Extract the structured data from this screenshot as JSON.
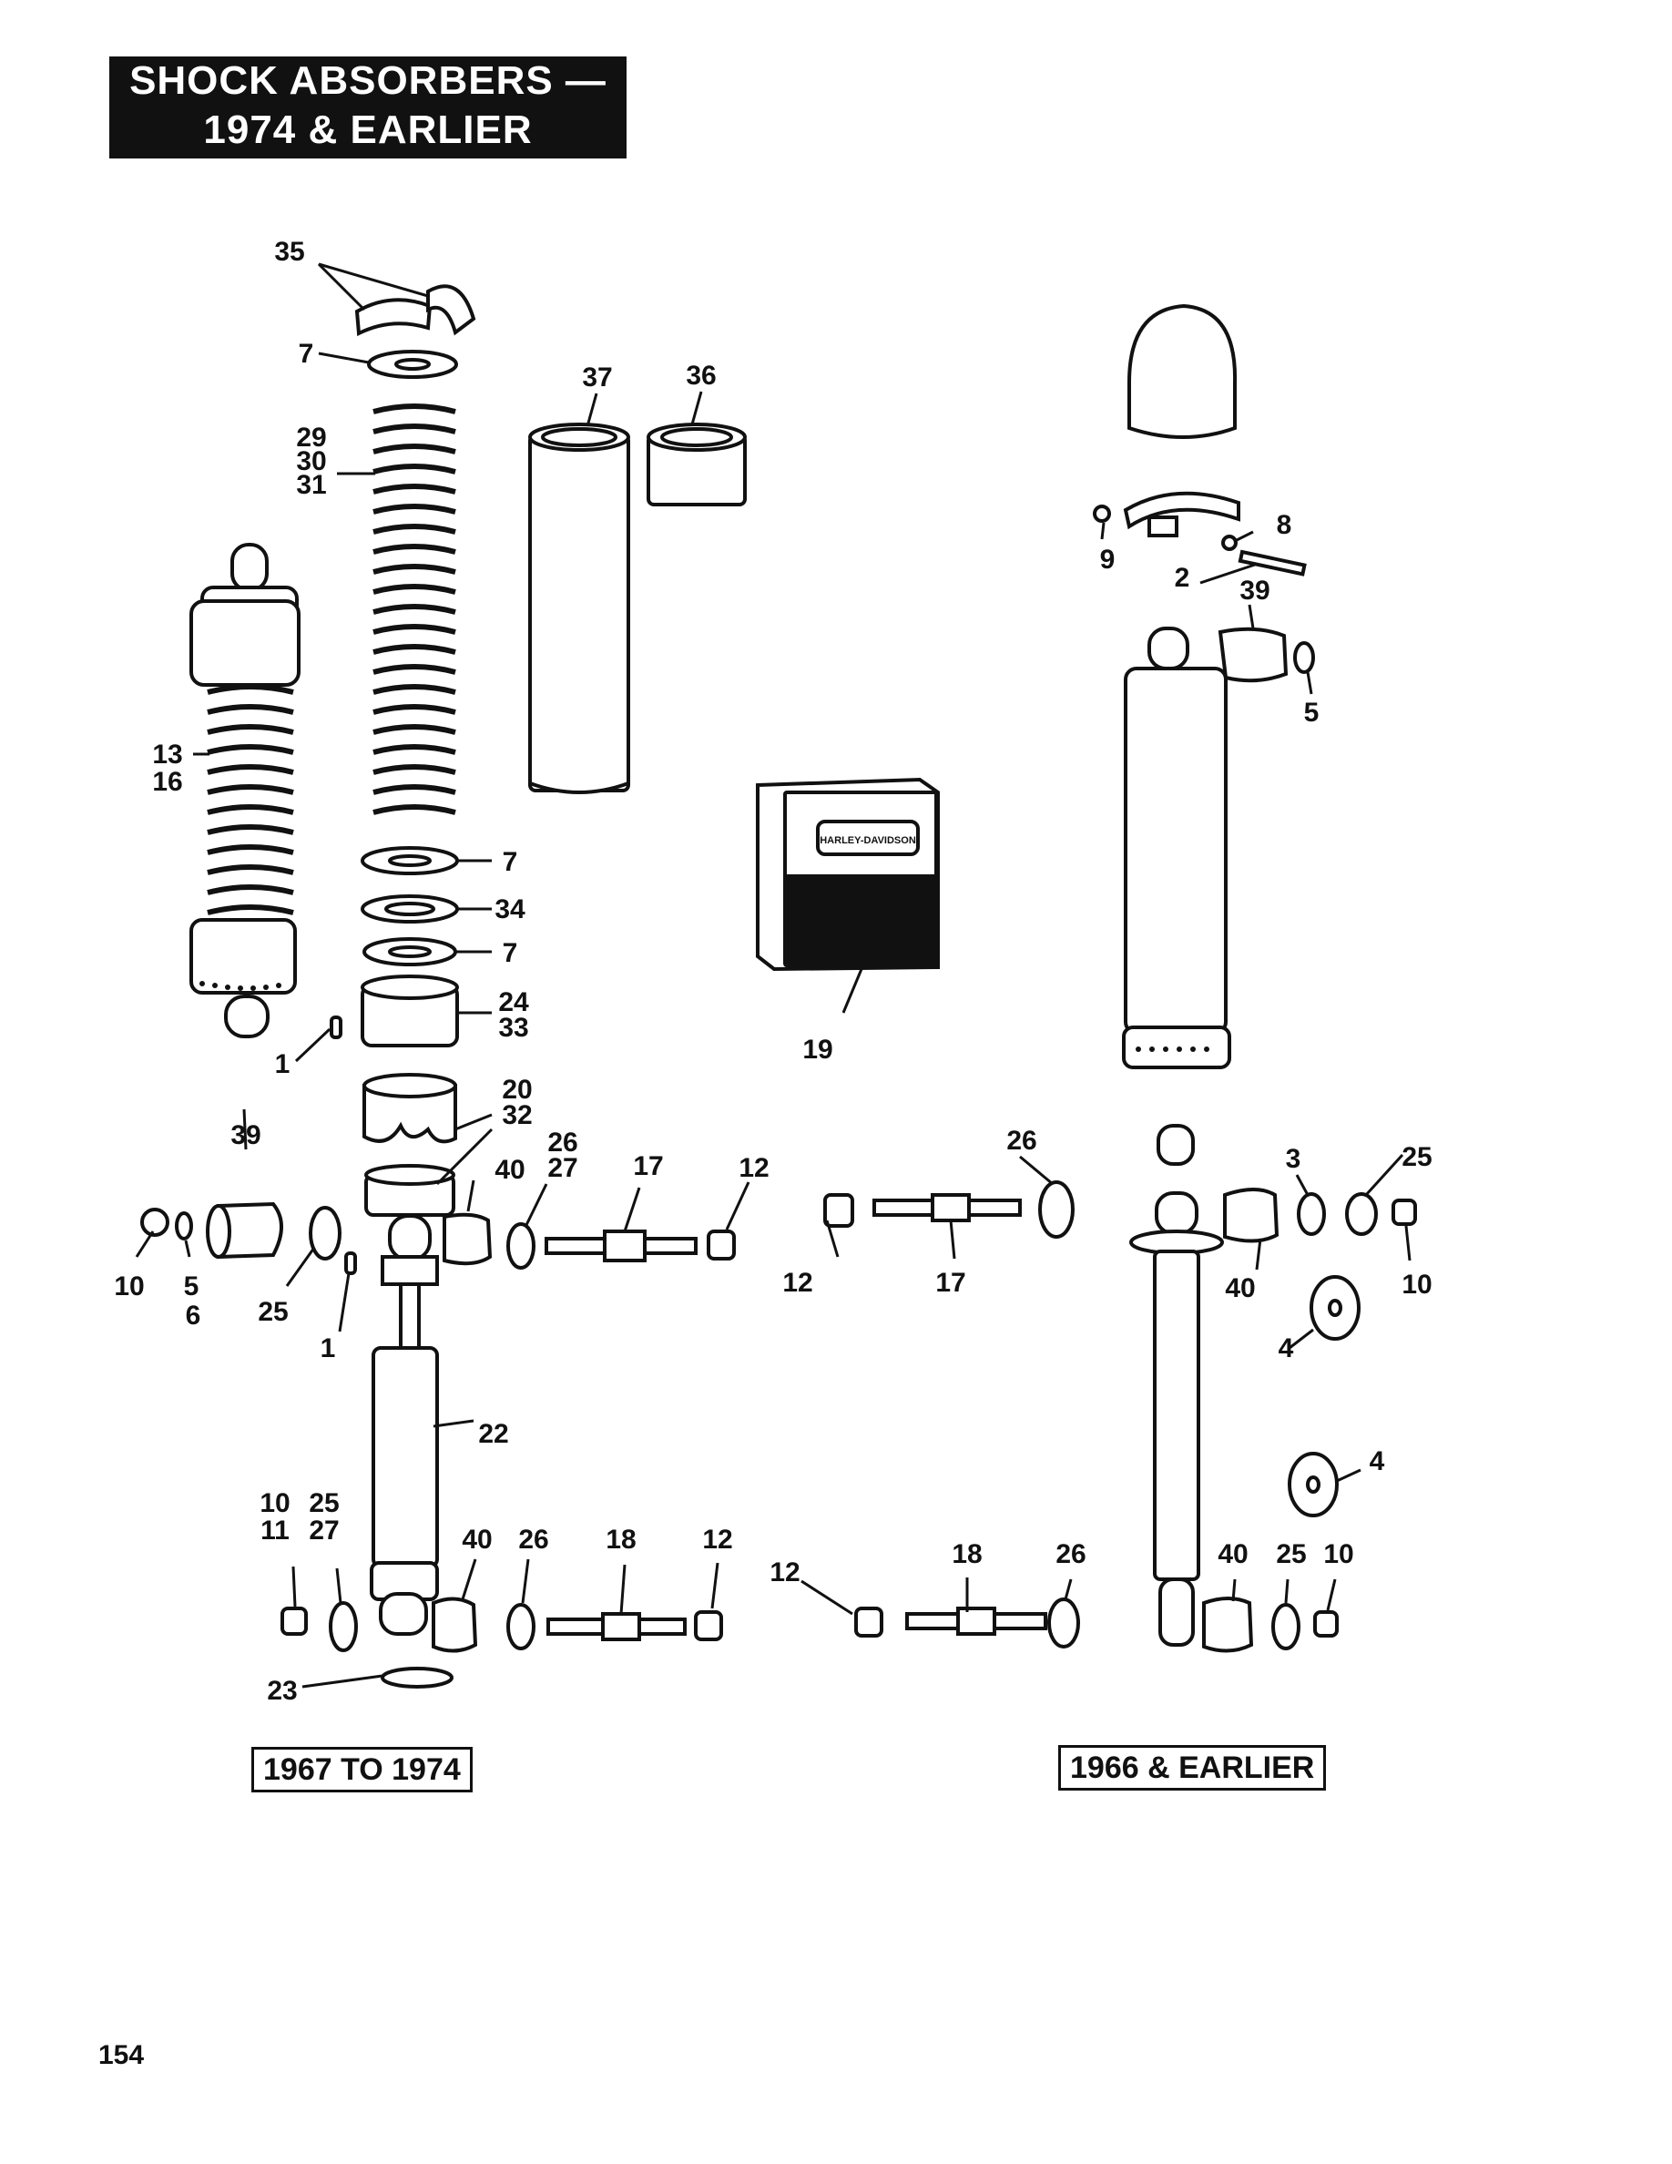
{
  "title": {
    "line1": "SHOCK ABSORBERS —",
    "line2": "1974 & EARLIER"
  },
  "variant_labels": {
    "left": "1967 TO 1974",
    "right": "1966 & EARLIER"
  },
  "emblem_text": "HARLEY-DAVIDSON",
  "page_number": "154",
  "callouts": [
    "35",
    "7",
    "29",
    "30",
    "31",
    "37",
    "36",
    "13",
    "16",
    "7",
    "34",
    "7",
    "24",
    "33",
    "1",
    "20",
    "32",
    "39",
    "10",
    "5",
    "6",
    "25",
    "1",
    "40",
    "26",
    "27",
    "17",
    "12",
    "22",
    "10",
    "11",
    "25",
    "27",
    "40",
    "26",
    "18",
    "12",
    "23",
    "19",
    "12",
    "17",
    "26",
    "9",
    "8",
    "2",
    "39",
    "5",
    "3",
    "25",
    "40",
    "10",
    "4",
    "4",
    "12",
    "18",
    "26",
    "40",
    "25",
    "10"
  ]
}
